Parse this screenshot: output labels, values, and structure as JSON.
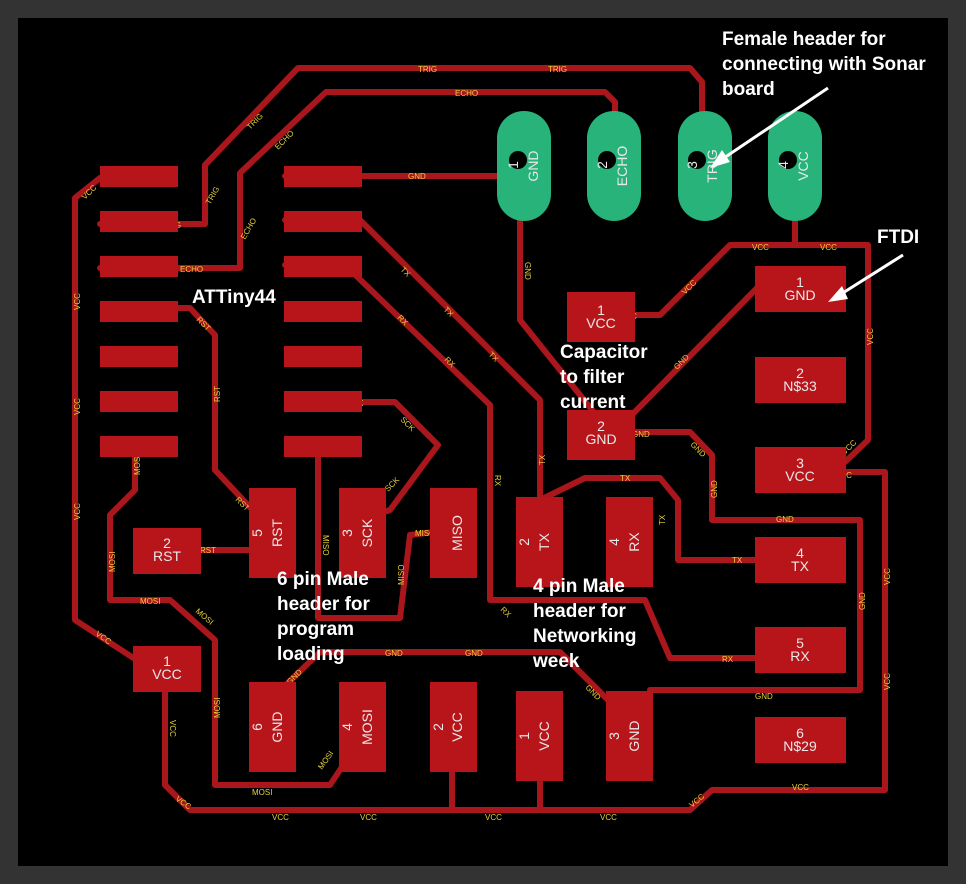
{
  "annotations": {
    "female_header": [
      "Female header for",
      "connecting with Sonar",
      "board"
    ],
    "ftdi": "FTDI",
    "attiny": "ATTiny44",
    "capacitor": [
      "Capacitor",
      "to filter",
      "current"
    ],
    "six_pin": [
      "6 pin Male",
      "header for",
      "program",
      "loading"
    ],
    "four_pin": [
      "4 pin Male",
      "header for",
      "Networking",
      "week"
    ]
  },
  "sonar_header": [
    {
      "num": "1",
      "name": "GND"
    },
    {
      "num": "2",
      "name": "ECHO"
    },
    {
      "num": "3",
      "name": "TRIG"
    },
    {
      "num": "4",
      "name": "VCC"
    }
  ],
  "ftdi_pads": [
    {
      "num": "1",
      "name": "GND"
    },
    {
      "num": "2",
      "name": "N$33"
    },
    {
      "num": "3",
      "name": "VCC"
    },
    {
      "num": "4",
      "name": "TX"
    },
    {
      "num": "5",
      "name": "RX"
    },
    {
      "num": "6",
      "name": "N$29"
    }
  ],
  "capacitor_pads": [
    {
      "num": "1",
      "name": "VCC"
    },
    {
      "num": "2",
      "name": "GND"
    }
  ],
  "isp_pads": [
    {
      "num": "5",
      "name": "RST"
    },
    {
      "num": "3",
      "name": "SCK"
    },
    {
      "num": "",
      "name": "MISO"
    },
    {
      "num": "6",
      "name": "GND"
    },
    {
      "num": "4",
      "name": "MOSI"
    },
    {
      "num": "2",
      "name": "VCC"
    }
  ],
  "net_pads": [
    {
      "num": "2",
      "name": "TX"
    },
    {
      "num": "4",
      "name": "RX"
    },
    {
      "num": "1",
      "name": "VCC"
    },
    {
      "num": "3",
      "name": "GND"
    }
  ],
  "resistor_pads": [
    {
      "num": "2",
      "name": "RST"
    },
    {
      "num": "1",
      "name": "VCC"
    }
  ],
  "trace_labels": {
    "trig": "TRIG",
    "echo": "ECHO",
    "gnd": "GND",
    "vcc": "VCC",
    "tx": "TX",
    "rx": "RX",
    "rst": "RST",
    "sck": "SCK",
    "miso": "MISO",
    "mosi": "MOSI"
  },
  "colors": {
    "board": "#000000",
    "frame": "#333333",
    "copper": "#b7151a",
    "through_hole": "#27b37a",
    "annotation": "#ffffff",
    "net_label": "#e9d23a"
  }
}
